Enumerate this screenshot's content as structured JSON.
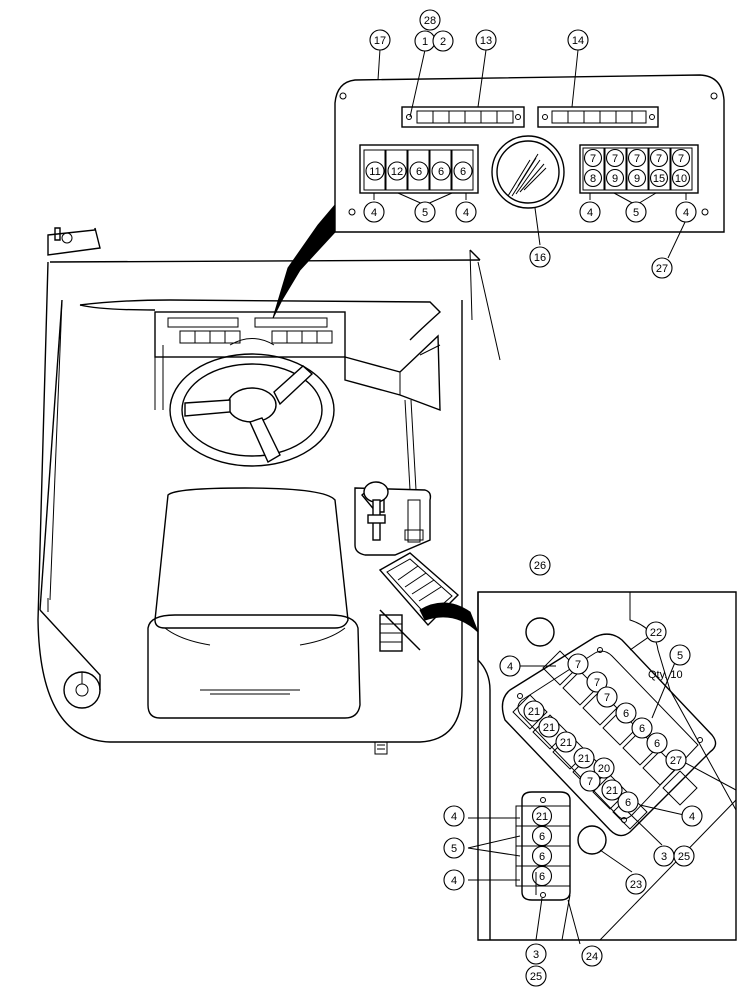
{
  "callouts": {
    "c28": "28",
    "c1": "1",
    "c2": "2",
    "c17": "17",
    "c13": "13",
    "c14": "14",
    "c4a": "4",
    "c5a": "5",
    "c4b": "4",
    "c16": "16",
    "c4c": "4",
    "c5b": "5",
    "c4d": "4",
    "c27a": "27",
    "c26": "26",
    "c22": "22",
    "c5c": "5",
    "c4e": "4",
    "c4f": "4",
    "c3a": "3",
    "c25a": "25",
    "c23": "23",
    "c4g": "4",
    "c5d": "5",
    "c4h": "4",
    "c3b": "3",
    "c25b": "25",
    "c24": "24"
  },
  "left_switches": [
    "11",
    "12",
    "6",
    "6",
    "6"
  ],
  "right_switches_top": [
    "7",
    "7",
    "7",
    "7",
    "7"
  ],
  "right_switches_bottom": [
    "8",
    "9",
    "9",
    "15",
    "10"
  ],
  "console_switches": [
    "7",
    "7",
    "7",
    "6",
    "6",
    "6",
    "27",
    "21",
    "21",
    "21",
    "21",
    "21",
    "20",
    "7",
    "6"
  ],
  "small_panel_switches": [
    "21",
    "6",
    "6",
    "6"
  ],
  "qty_note": "Qty. 10"
}
